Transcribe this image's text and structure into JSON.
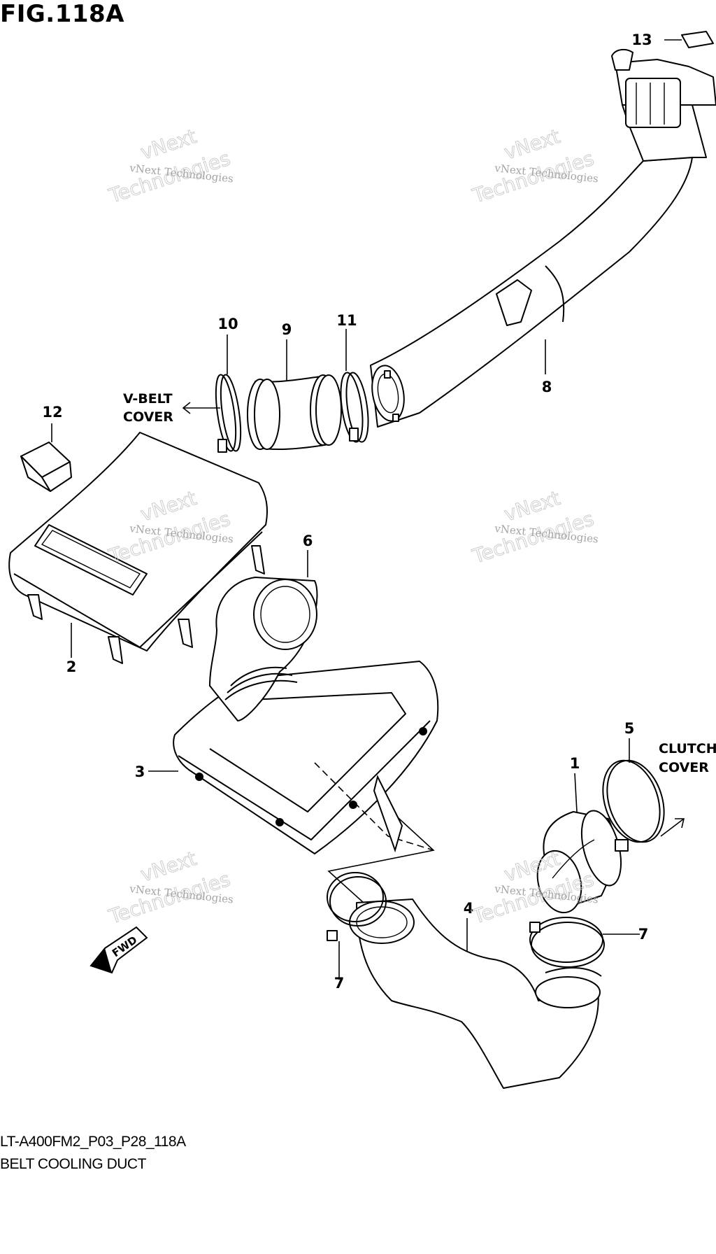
{
  "figure_title": "FIG.118A",
  "footer": {
    "code": "LT-A400FM2_P03_P28_118A",
    "name": "BELT COOLING DUCT"
  },
  "callouts": {
    "p1": "1",
    "p2": "2",
    "p3": "3",
    "p4": "4",
    "p5": "5",
    "p6": "6",
    "p7a": "7",
    "p7b": "7",
    "p8": "8",
    "p9": "9",
    "p10": "10",
    "p11": "11",
    "p12": "12",
    "p13": "13"
  },
  "notes": {
    "vbelt_line1": "V-BELT",
    "vbelt_line2": "COVER",
    "clutch_line1": "CLUTCH",
    "clutch_line2": "COVER",
    "fwd": "FWD"
  },
  "watermark": {
    "small": "vNext Technologies",
    "big_top": "vNext",
    "big_bottom": "Technologies"
  },
  "colors": {
    "line": "#000000",
    "background": "#ffffff",
    "watermark": "#9a9a9a"
  }
}
